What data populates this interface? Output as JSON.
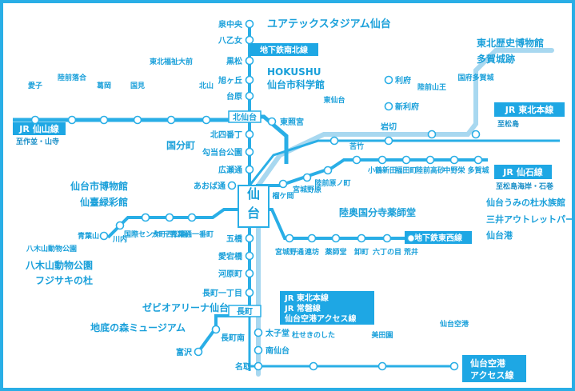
{
  "colors": {
    "line": "#29aee6",
    "light_line": "#a8d8f0",
    "text": "#1aa0da",
    "box": "#1ea7e4"
  },
  "hub": "仙台",
  "line_labels": {
    "senzan": "JR 仙山線",
    "senzan_sub": "至作並・山寺",
    "tohoku": "JR 東北本線",
    "tohoku_sub": "至松島",
    "senseki": "JR 仙石線",
    "senseki_sub": "至松島海岸・石巻",
    "nanboku": "地下鉄南北線",
    "tozai": "地下鉄東西線",
    "south_lines": [
      "JR 東北本線",
      "JR 常磐線",
      "仙台空港アクセス線"
    ],
    "airport": [
      "仙台空港",
      "アクセス線"
    ]
  },
  "stations": {
    "nanboku": [
      "泉中央",
      "八乙女",
      "黒松",
      "旭ヶ丘",
      "台原",
      "北仙台",
      "北四番丁",
      "勾当台公園",
      "広瀬通",
      "五橋",
      "愛宕橋",
      "河原町",
      "長町一丁目",
      "長町",
      "長町南",
      "富沢"
    ],
    "senzan": [
      "愛子",
      "陸前落合",
      "葛岡",
      "国見",
      "東北福祉大前",
      "北山",
      "東照宮"
    ],
    "tozai_west": [
      "青葉山",
      "川内",
      "国際センター",
      "大町西公園",
      "青葉通一番町"
    ],
    "tozai_east": [
      "宮城野通",
      "連坊",
      "薬師堂",
      "卸町",
      "六丁の目",
      "荒井"
    ],
    "tohoku_north": [
      "東仙台",
      "岩切",
      "新利府",
      "利府",
      "陸前山王",
      "国府多賀城"
    ],
    "senseki": [
      "榴ケ岡",
      "宮城野原",
      "陸前原ノ町",
      "苦竹",
      "小鶴新田",
      "福田町",
      "陸前高砂",
      "中野栄",
      "多賀城"
    ],
    "south": [
      "太子堂",
      "南仙台",
      "名取",
      "杜せきのした",
      "美田園",
      "仙台空港"
    ],
    "other": [
      "あおば通"
    ]
  },
  "landmarks": {
    "yurtec": "ユアテックスタジアム仙台",
    "hokushu": "HOKUSHU",
    "science": "仙台市科学館",
    "kokubuncho": "国分町",
    "museum": "仙台市博物館",
    "sendai_city_museum": "仙台市博物館",
    "sendai_museum": "仙臺緑彩館",
    "yagiyama_zoo": "八木山動物公園",
    "yagiyama_zoo_big": "八木山動物公園",
    "fujisaki": "フジサキの杜",
    "zebio": "ゼビオアリーナ仙台",
    "jitei": "地底の森ミュージアム",
    "tohoku_history": "東北歴史博物館",
    "taga_castle": "多賀城跡",
    "mutsu_kokubunji": "陸奥国分寺薬師堂",
    "umino": "仙台うみの杜水族館",
    "mitsui": "三井アウトレットパーク",
    "sendai_port": "仙台港"
  }
}
